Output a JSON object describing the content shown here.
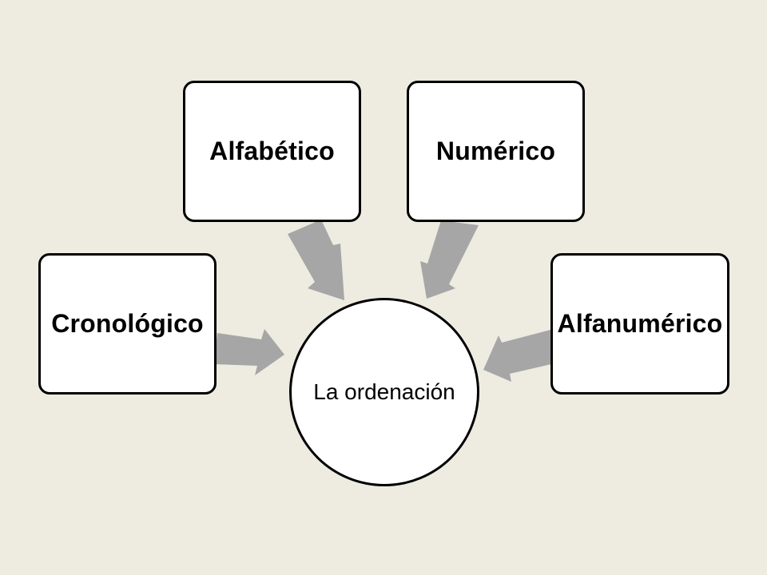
{
  "diagram": {
    "center": {
      "label": "La ordenación"
    },
    "nodes": [
      {
        "id": "cronologico",
        "label": "Cronológico"
      },
      {
        "id": "alfabetico",
        "label": "Alfabético"
      },
      {
        "id": "numerico",
        "label": "Numérico"
      },
      {
        "id": "alfanumerico",
        "label": "Alfanumérico"
      }
    ]
  },
  "colors": {
    "background": "#eeebe1",
    "box_fill": "#ffffff",
    "border": "#000000",
    "arrow": "#a6a6a6"
  }
}
